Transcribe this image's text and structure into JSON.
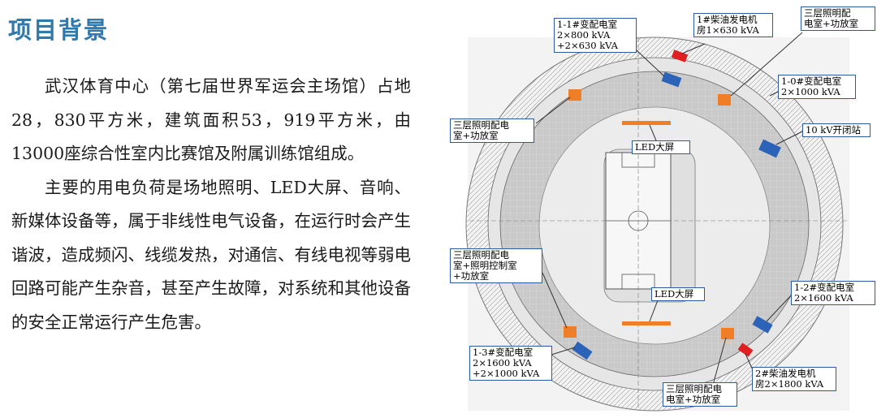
{
  "title": "项目背景",
  "paragraphs": [
    "武汉体育中心（第七届世界军运会主场馆）占地28，830平方米，建筑面积53，919平方米，由13000座综合性室内比赛馆及附属训练馆组成。",
    "主要的用电负荷是场地照明、LED大屏、音响、新媒体设备等，属于非线性电气设备，在运行时会产生谐波，造成频闪、线缆发热，对通信、有线电视等弱电回路可能产生杂音，甚至产生故障，对系统和其他设备的安全正常运行产生危害。"
  ],
  "diagram": {
    "labels": {
      "sub11": "1-1#变配电室\n2×800 kVA\n+2×630 kVA",
      "gen1": "1#柴油发电机\n房1×630 kVA",
      "light3_top_right": "三层照明配\n电室+功放室",
      "sub10": "1-0#变配电室\n2×1000 kVA",
      "light3_left": "三层照明配电\n室+功放室",
      "station10kv": "10 kV开闭站",
      "led_top": "LED大屏",
      "light3_control": "三层照明配电\n室+照明控制室\n+功放室",
      "led_bottom": "LED大屏",
      "sub12": "1-2#变配电室\n2×1600 kVA",
      "sub13": "1-3#变配电室\n2×1600 kVA\n+2×1000 kVA",
      "light3_bottom": "三层照明配电\n电室+功放室",
      "gen2": "2#柴油发电机\n房2×1800 kVA"
    },
    "colors": {
      "substation": "#2a63b8",
      "generator": "#e02020",
      "lighting": "#f07e26",
      "led": "#f07e26",
      "bowl": "#bdbdbd",
      "field": "#f7f7f7",
      "lines": "#555555"
    }
  }
}
